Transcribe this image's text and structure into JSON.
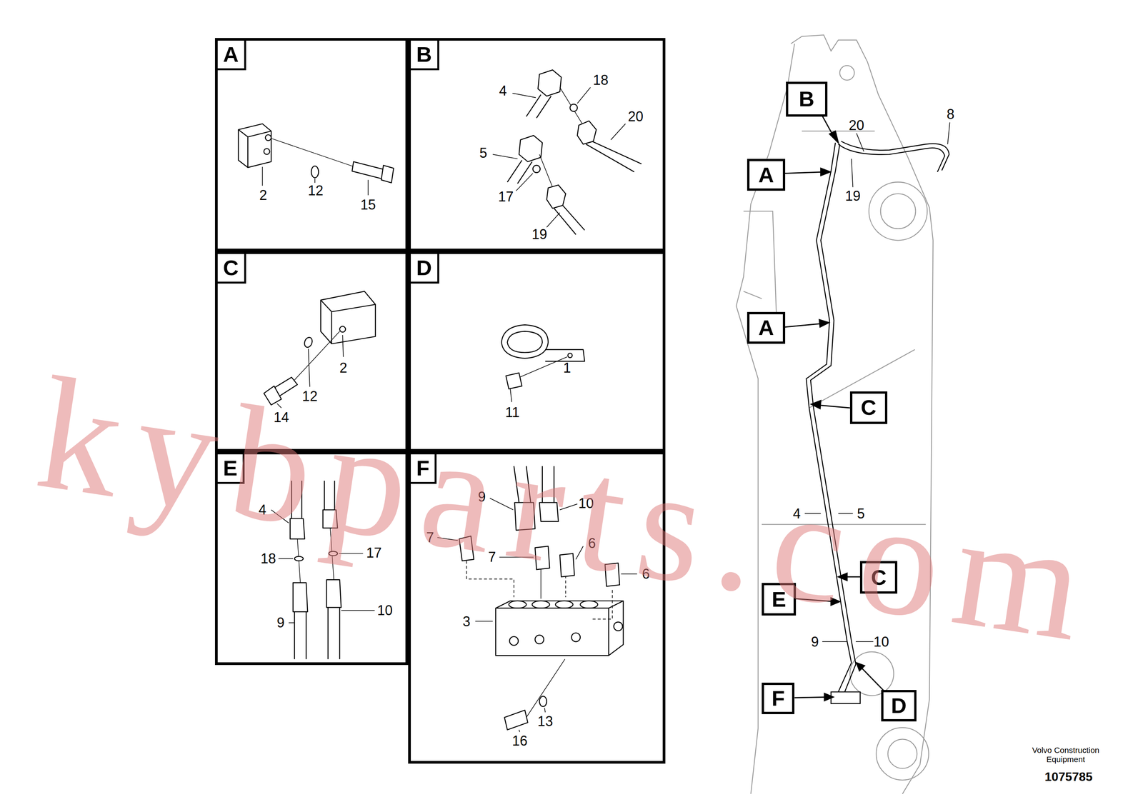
{
  "diagram": {
    "nodes": [
      {
        "text": [
          "A"
        ]
      },
      {
        "text": [
          "B"
        ]
      },
      {
        "text": [
          "C"
        ]
      },
      {
        "text": [
          "D"
        ]
      },
      {
        "text": [
          "E"
        ]
      },
      {
        "text": [
          "F"
        ]
      },
      {
        "text": [
          "B"
        ]
      },
      {
        "text": [
          "A"
        ]
      },
      {
        "text": [
          "A"
        ]
      },
      {
        "text": [
          "C"
        ]
      },
      {
        "text": [
          "C"
        ]
      },
      {
        "text": [
          "E"
        ]
      },
      {
        "text": [
          "F"
        ]
      },
      {
        "text": [
          "D"
        ]
      }
    ],
    "labels": [
      "2",
      "12",
      "15",
      "18",
      "4",
      "20",
      "5",
      "17",
      "19",
      "2",
      "12",
      "14",
      "1",
      "11",
      "4",
      "18",
      "17",
      "9",
      "10",
      "9",
      "10",
      "7",
      "7",
      "6",
      "6",
      "3",
      "13",
      "16",
      "8",
      "20",
      "19",
      "4",
      "5",
      "9",
      "10",
      "kybparts.com",
      "Volvo Construction Equipment",
      "1075785"
    ]
  }
}
